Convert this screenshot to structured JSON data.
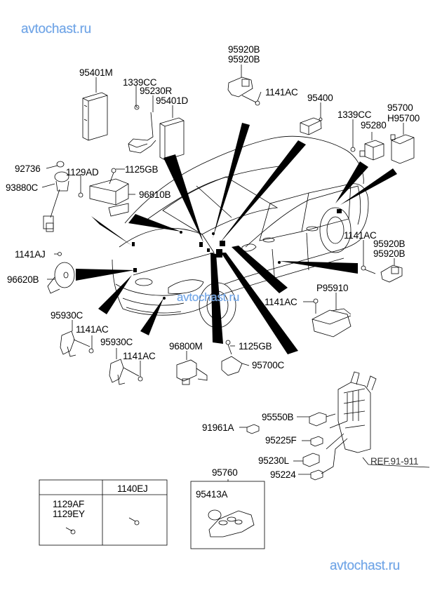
{
  "watermarks": {
    "top_left": "avtochast.ru",
    "center": "avtochast.ru",
    "bottom_right": "avtochast.ru"
  },
  "callouts": {
    "p95401M": "95401M",
    "p1339CC_a": "1339CC",
    "p95230R": "95230R",
    "p95401D": "95401D",
    "p95920B_top_1": "95920B",
    "p95920B_top_2": "95920B",
    "p1141AC_top": "1141AC",
    "p95400": "95400",
    "p1339CC_b": "1339CC",
    "p95280": "95280",
    "p95700": "95700",
    "pH95700": "H95700",
    "p92736": "92736",
    "p1129AD": "1129AD",
    "p93880C": "93880C",
    "p1125GB_a": "1125GB",
    "p96810B": "96810B",
    "p1141AJ": "1141AJ",
    "p96620B": "96620B",
    "p1141AC_right": "1141AC",
    "p95920B_right_1": "95920B",
    "p95920B_right_2": "95920B",
    "pP95910": "P95910",
    "p1141AC_mid": "1141AC",
    "p95930C_a": "95930C",
    "p1141AC_a": "1141AC",
    "p95930C_b": "95930C",
    "p1141AC_b": "1141AC",
    "p96800M": "96800M",
    "p1125GB_b": "1125GB",
    "p95700C": "95700C",
    "p95550B": "95550B",
    "p91961A": "91961A",
    "p95225F": "95225F",
    "p95230L": "95230L",
    "p95224": "95224",
    "ref": "REF.91-911",
    "p95760": "95760",
    "p95413A": "95413A"
  },
  "fastener_table": {
    "header_left": "",
    "header_right": "1140EJ",
    "cell_left_line1": "1129AF",
    "cell_left_line2": "1129EY"
  }
}
